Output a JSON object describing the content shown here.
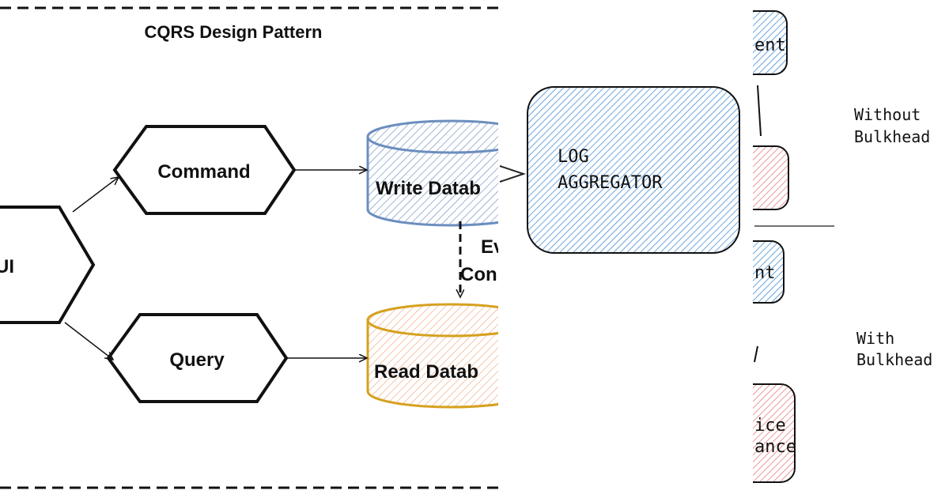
{
  "cqrs": {
    "title": "CQRS Design Pattern",
    "ui_label": "UI",
    "command_label": "Command",
    "query_label": "Query",
    "write_db_label": "Write Datab",
    "read_db_label": "Read Datab",
    "event_label_line1": "Ev",
    "event_label_line2": "Con"
  },
  "log": {
    "line1": "LOG",
    "line2": "AGGREGATOR"
  },
  "bulkhead": {
    "top_box_text": "ent",
    "without_line1": "Without",
    "without_line2": "Bulkhead",
    "mid_box_text": "nt",
    "with_line1": "With",
    "with_line2": "Bulkhead",
    "bottom_box_line1": "ice",
    "bottom_box_line2": "ance"
  },
  "colors": {
    "write_db": "#6c8ebf",
    "read_db": "#d6a11f",
    "log_blue": "#1f5fa8",
    "red_box": "#c94a4a"
  }
}
